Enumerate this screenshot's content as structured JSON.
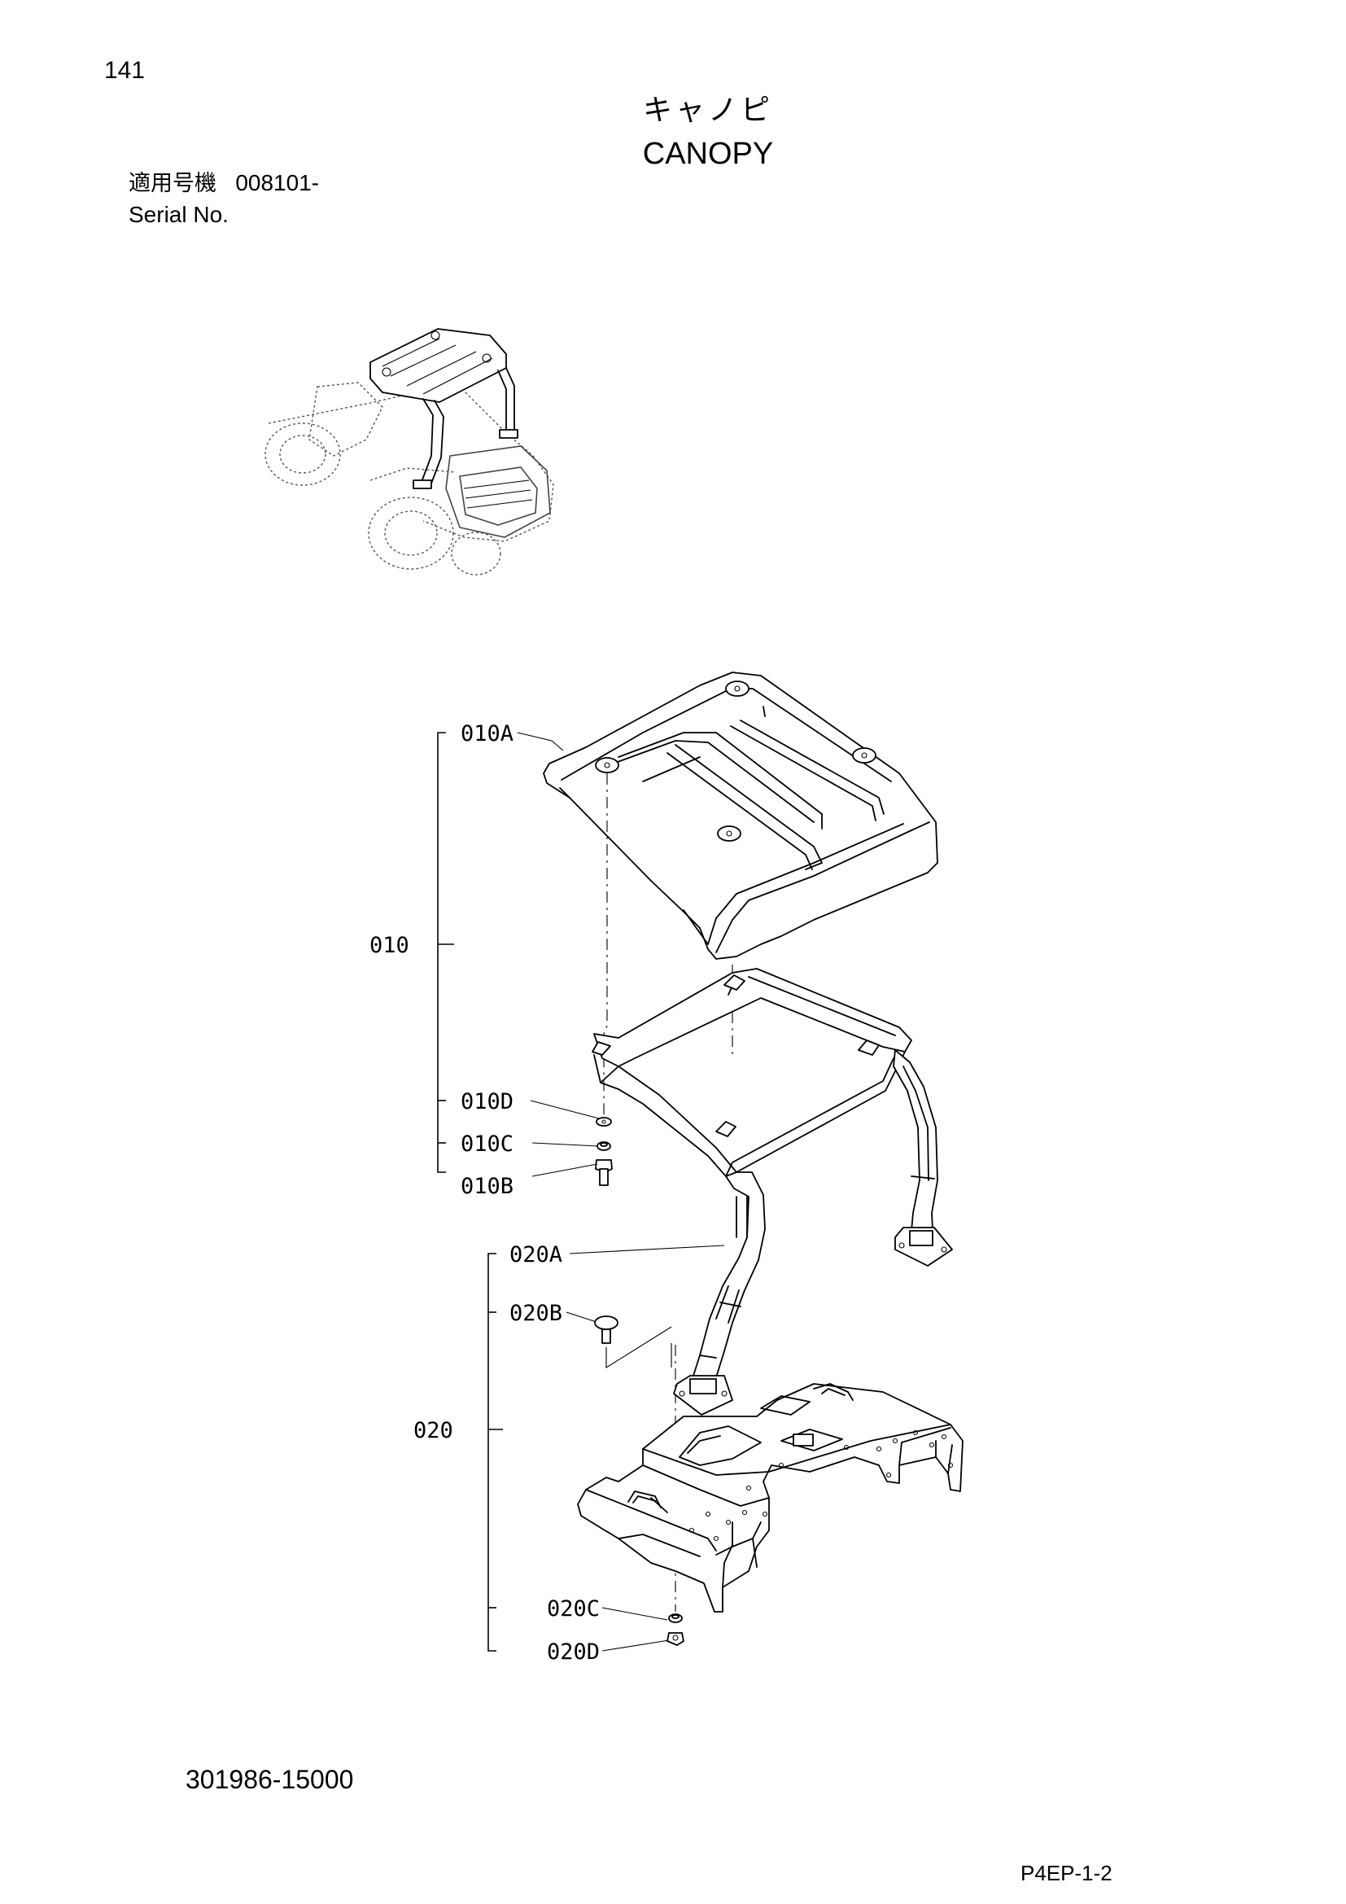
{
  "page": {
    "page_number": "141",
    "title_jp": "キャノピ",
    "title_en": "CANOPY",
    "serial_label_jp": "適用号機",
    "serial_value": "008101-",
    "serial_label_en": "Serial No.",
    "drawing_number": "301986-15000",
    "page_code": "P4EP-1-2"
  },
  "callouts": {
    "c010": "010",
    "c010A": "010A",
    "c010B": "010B",
    "c010C": "010C",
    "c010D": "010D",
    "c020": "020",
    "c020A": "020A",
    "c020B": "020B",
    "c020C": "020C",
    "c020D": "020D"
  }
}
